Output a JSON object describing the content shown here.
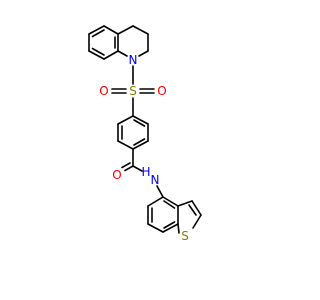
{
  "atom_labels": {
    "n_ring": "N",
    "s_sulfonyl": "S",
    "o_left": "O",
    "o_right": "O",
    "o_amide": "O",
    "n_amide": "N",
    "h_amide": "H",
    "s_thiophene": "S"
  },
  "colors": {
    "carbon": "#000000",
    "nitrogen": "#0000ff",
    "oxygen": "#ff0000",
    "sulfur": "#808000"
  }
}
